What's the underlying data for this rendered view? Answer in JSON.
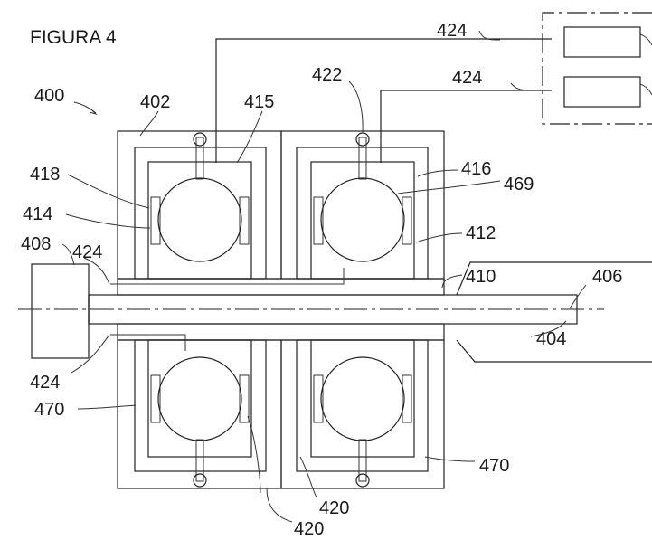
{
  "figure": {
    "title": "FIGURA 4"
  },
  "labels": {
    "l400": "400",
    "l402": "402",
    "l415": "415",
    "l422": "422",
    "l424_top1": "424",
    "l424_top2": "424",
    "l418": "418",
    "l416": "416",
    "l469": "469",
    "l414": "414",
    "l412": "412",
    "l408": "408",
    "l424_left": "424",
    "l410": "410",
    "l406": "406",
    "l404": "404",
    "l424_bottom": "424",
    "l470_left": "470",
    "l470_right": "470",
    "l420_a": "420",
    "l420_b": "420"
  }
}
